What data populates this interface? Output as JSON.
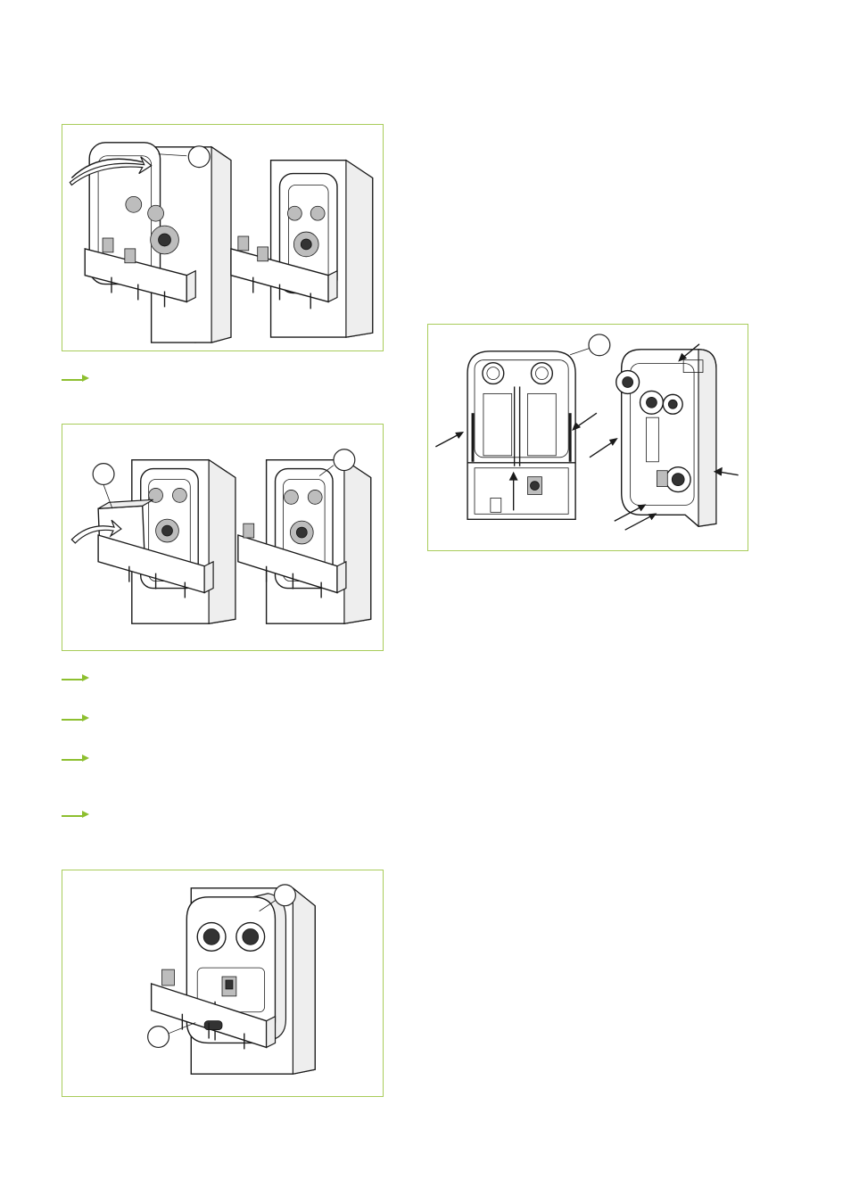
{
  "colors": {
    "frame_border": "#a8cc5a",
    "bullet_arrow": "#8dbf2f",
    "line_art": "#1a1a1a"
  },
  "bullets": [
    {
      "id": "b1",
      "text": ""
    },
    {
      "id": "b2",
      "text": ""
    },
    {
      "id": "b3",
      "text": ""
    },
    {
      "id": "b4",
      "text": ""
    },
    {
      "id": "b5",
      "text": ""
    }
  ],
  "figures": [
    {
      "id": "fig-remove-front-insulation",
      "callouts": [
        ""
      ]
    },
    {
      "id": "fig-remove-side-insulation",
      "callouts": [
        "",
        ""
      ]
    },
    {
      "id": "fig-insulation-mounted",
      "callouts": [
        "",
        ""
      ]
    },
    {
      "id": "fig-insulation-shell-parts",
      "callouts": [
        ""
      ]
    }
  ],
  "icons": {
    "bullet": "green-arrow-icon",
    "rotate": "curved-arrow-icon",
    "pointer": "pointer-arrow-icon"
  }
}
